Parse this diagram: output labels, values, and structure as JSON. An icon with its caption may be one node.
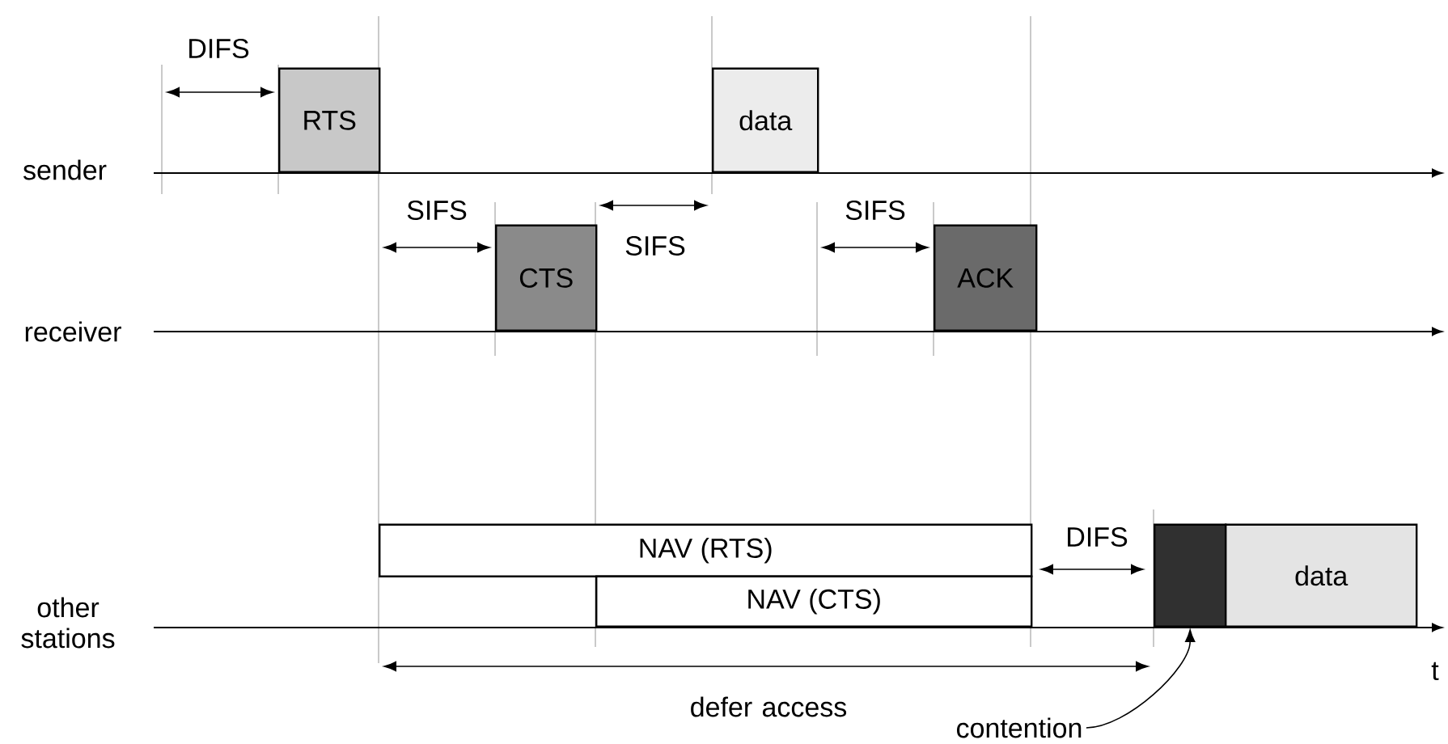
{
  "diagram": {
    "nodes": [
      {
        "text": [
          "RTS"
        ]
      },
      {
        "text": [
          "data"
        ]
      },
      {
        "text": [
          "CTS"
        ]
      },
      {
        "text": [
          "ACK"
        ]
      },
      {
        "text": [
          "NAV (RTS)"
        ]
      },
      {
        "text": [
          "NAV (CTS)"
        ]
      },
      {
        "text": [],
        "shape": "box"
      },
      {
        "text": [
          "data"
        ]
      },
      {
        "text": [
          "contention"
        ]
      }
    ],
    "edges": [
      {
        "from": 8,
        "to": 6,
        "arrow": "to"
      }
    ],
    "labels": [
      "DIFS",
      "sender",
      "SIFS",
      "SIFS",
      "SIFS",
      "receiver",
      "DIFS",
      "other stations",
      "t",
      "defer access"
    ]
  }
}
